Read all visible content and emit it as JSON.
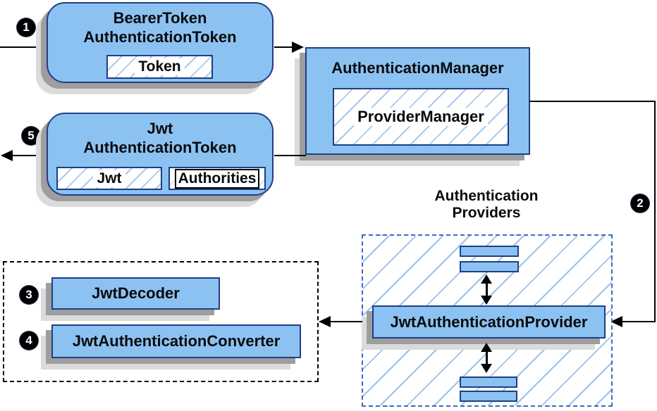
{
  "colors": {
    "box_fill": "#8CC2F2",
    "box_border": "#1E3F85",
    "hatch_line": "#A9CBEE",
    "hatch_big": "#9CC2EA",
    "dashed_blue": "#3A6BBF",
    "shadow_dark": "#9E9E9E",
    "shadow_light": "#DBDBDB",
    "line": "#000000",
    "text": "#0A0A0A"
  },
  "badges": {
    "step1": "1",
    "step2": "2",
    "step3": "3",
    "step4": "4",
    "step5": "5"
  },
  "bearer_token_box": {
    "title_line1": "BearerToken",
    "title_line2": "AuthenticationToken",
    "token_slot": "Token"
  },
  "authentication_manager_box": {
    "title": "AuthenticationManager",
    "provider_manager_slot": "ProviderManager"
  },
  "jwt_authentication_token_box": {
    "title_line1": "Jwt",
    "title_line2": "AuthenticationToken",
    "jwt_slot": "Jwt",
    "authorities_slot": "Authorities"
  },
  "authentication_providers": {
    "heading_line1": "Authentication",
    "heading_line2": "Providers",
    "provider_box": "JwtAuthenticationProvider"
  },
  "jwt_support_group": {
    "jwt_decoder_box": "JwtDecoder",
    "jwt_authentication_converter_box": "JwtAuthenticationConverter"
  }
}
